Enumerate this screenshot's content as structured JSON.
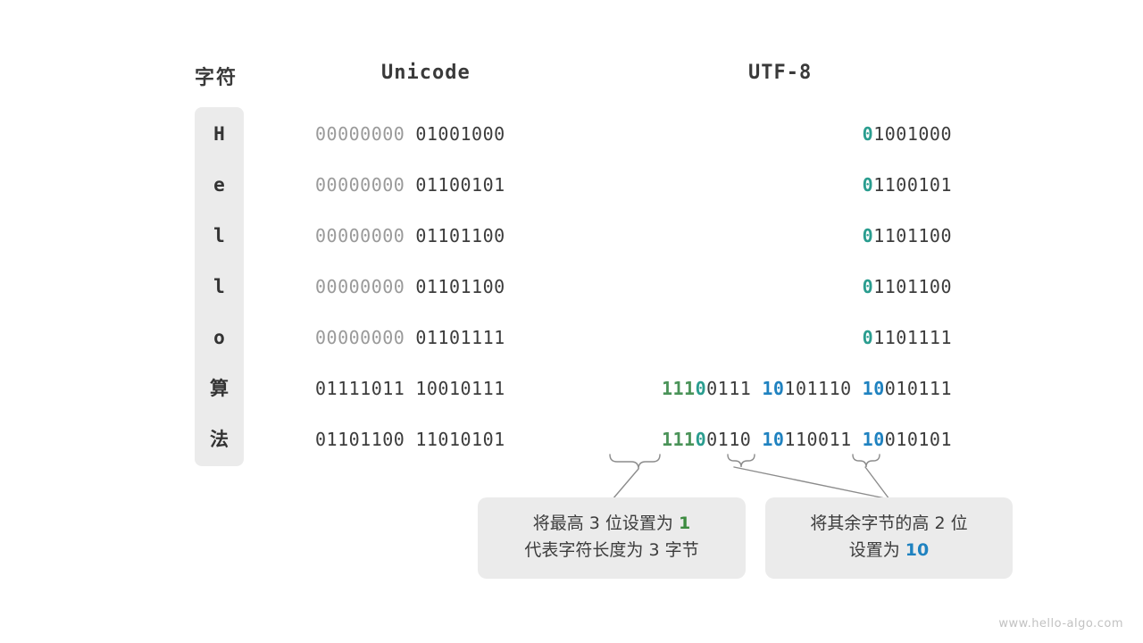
{
  "watermark": "www.hello-algo.com",
  "headers": {
    "character": "字符",
    "unicode": "Unicode",
    "utf8": "UTF-8"
  },
  "colors": {
    "dim": "#9a9a9a",
    "dark": "#3c3c3c",
    "teal": "#2a9d8f",
    "green": "#4a9358",
    "blue": "#1f82c0",
    "panel": "#ebebeb",
    "background": "#ffffff"
  },
  "rows": [
    {
      "char": "H",
      "unicode": {
        "byte1": "00000000",
        "byte2": "01001000"
      },
      "utf8": {
        "lead_marker": "0",
        "lead_rest": "1001000"
      }
    },
    {
      "char": "e",
      "unicode": {
        "byte1": "00000000",
        "byte2": "01100101"
      },
      "utf8": {
        "lead_marker": "0",
        "lead_rest": "1100101"
      }
    },
    {
      "char": "l",
      "unicode": {
        "byte1": "00000000",
        "byte2": "01101100"
      },
      "utf8": {
        "lead_marker": "0",
        "lead_rest": "1101100"
      }
    },
    {
      "char": "l",
      "unicode": {
        "byte1": "00000000",
        "byte2": "01101100"
      },
      "utf8": {
        "lead_marker": "0",
        "lead_rest": "1101100"
      }
    },
    {
      "char": "o",
      "unicode": {
        "byte1": "00000000",
        "byte2": "01101111"
      },
      "utf8": {
        "lead_marker": "0",
        "lead_rest": "1101111"
      }
    },
    {
      "char": "算",
      "unicode": {
        "byte1": "01111011",
        "byte2": "10010111"
      },
      "utf8": {
        "b1_green": "111",
        "b1_teal": "0",
        "b1_rest": "0111",
        "b2_blue": "10",
        "b2_rest": "101110",
        "b3_blue": "10",
        "b3_rest": "010111"
      }
    },
    {
      "char": "法",
      "unicode": {
        "byte1": "01101100",
        "byte2": "11010101"
      },
      "utf8": {
        "b1_green": "111",
        "b1_teal": "0",
        "b1_rest": "0110",
        "b2_blue": "10",
        "b2_rest": "110011",
        "b3_blue": "10",
        "b3_rest": "010101"
      }
    }
  ],
  "notes": [
    {
      "line1_a": "将最高 3 位设置为 ",
      "line1_hl": "1",
      "line2": "代表字符长度为 3 字节"
    },
    {
      "line1": "将其余字节的高 2 位",
      "line2_a": "设置为 ",
      "line2_hl": "10"
    }
  ]
}
